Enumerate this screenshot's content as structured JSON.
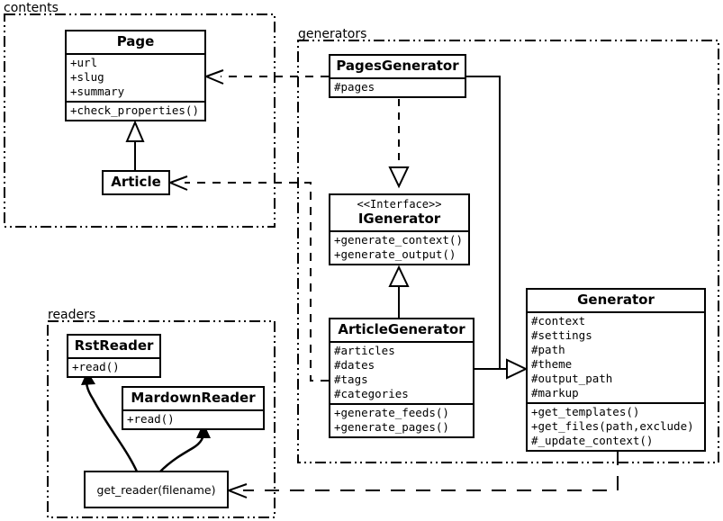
{
  "diagram": {
    "type": "uml-class-diagram",
    "title": "",
    "packages": [
      {
        "id": "contents",
        "label": "contents"
      },
      {
        "id": "generators",
        "label": "generators"
      },
      {
        "id": "readers",
        "label": "readers"
      }
    ],
    "classes": [
      {
        "id": "page",
        "name": "Page",
        "stereotype": "",
        "package": "contents",
        "attributes": [
          "+url",
          "+slug",
          "+summary"
        ],
        "methods": [
          "+check_properties()"
        ]
      },
      {
        "id": "article",
        "name": "Article",
        "stereotype": "",
        "package": "contents",
        "attributes": [],
        "methods": []
      },
      {
        "id": "pages_generator",
        "name": "PagesGenerator",
        "stereotype": "",
        "package": "generators",
        "attributes": [
          "#pages"
        ],
        "methods": []
      },
      {
        "id": "igenerator",
        "name": "IGenerator",
        "stereotype": "<<Interface>>",
        "package": "generators",
        "attributes": [],
        "methods": [
          "+generate_context()",
          "+generate_output()"
        ]
      },
      {
        "id": "article_generator",
        "name": "ArticleGenerator",
        "stereotype": "",
        "package": "generators",
        "attributes": [
          "#articles",
          "#dates",
          "#tags",
          "#categories"
        ],
        "methods": [
          "+generate_feeds()",
          "+generate_pages()"
        ]
      },
      {
        "id": "generator",
        "name": "Generator",
        "stereotype": "",
        "package": "generators",
        "attributes": [
          "#context",
          "#settings",
          "#path",
          "#theme",
          "#output_path",
          "#markup"
        ],
        "methods": [
          "+get_templates()",
          "+get_files(path,exclude)",
          "#_update_context()"
        ]
      },
      {
        "id": "rst_reader",
        "name": "RstReader",
        "stereotype": "",
        "package": "readers",
        "attributes": [],
        "methods": [
          "+read()"
        ]
      },
      {
        "id": "mardown_reader",
        "name": "MardownReader",
        "stereotype": "",
        "package": "readers",
        "attributes": [],
        "methods": [
          "+read()"
        ]
      }
    ],
    "functions": [
      {
        "id": "get_reader",
        "label": "get_reader(filename)",
        "package": "readers"
      }
    ],
    "relationships": [
      {
        "from": "article",
        "to": "page",
        "type": "generalization"
      },
      {
        "from": "pages_generator",
        "to": "igenerator",
        "type": "realization"
      },
      {
        "from": "article_generator",
        "to": "igenerator",
        "type": "generalization"
      },
      {
        "from": "pages_generator",
        "to": "generator",
        "type": "generalization"
      },
      {
        "from": "article_generator",
        "to": "generator",
        "type": "generalization"
      },
      {
        "from": "pages_generator",
        "to": "page",
        "type": "dependency"
      },
      {
        "from": "article_generator",
        "to": "article",
        "type": "dependency"
      },
      {
        "from": "generator",
        "to": "get_reader",
        "type": "dependency"
      },
      {
        "from": "get_reader",
        "to": "rst_reader",
        "type": "call"
      },
      {
        "from": "get_reader",
        "to": "mardown_reader",
        "type": "call"
      }
    ]
  },
  "colors": {
    "stroke": "#000000",
    "fill": "#ffffff"
  }
}
